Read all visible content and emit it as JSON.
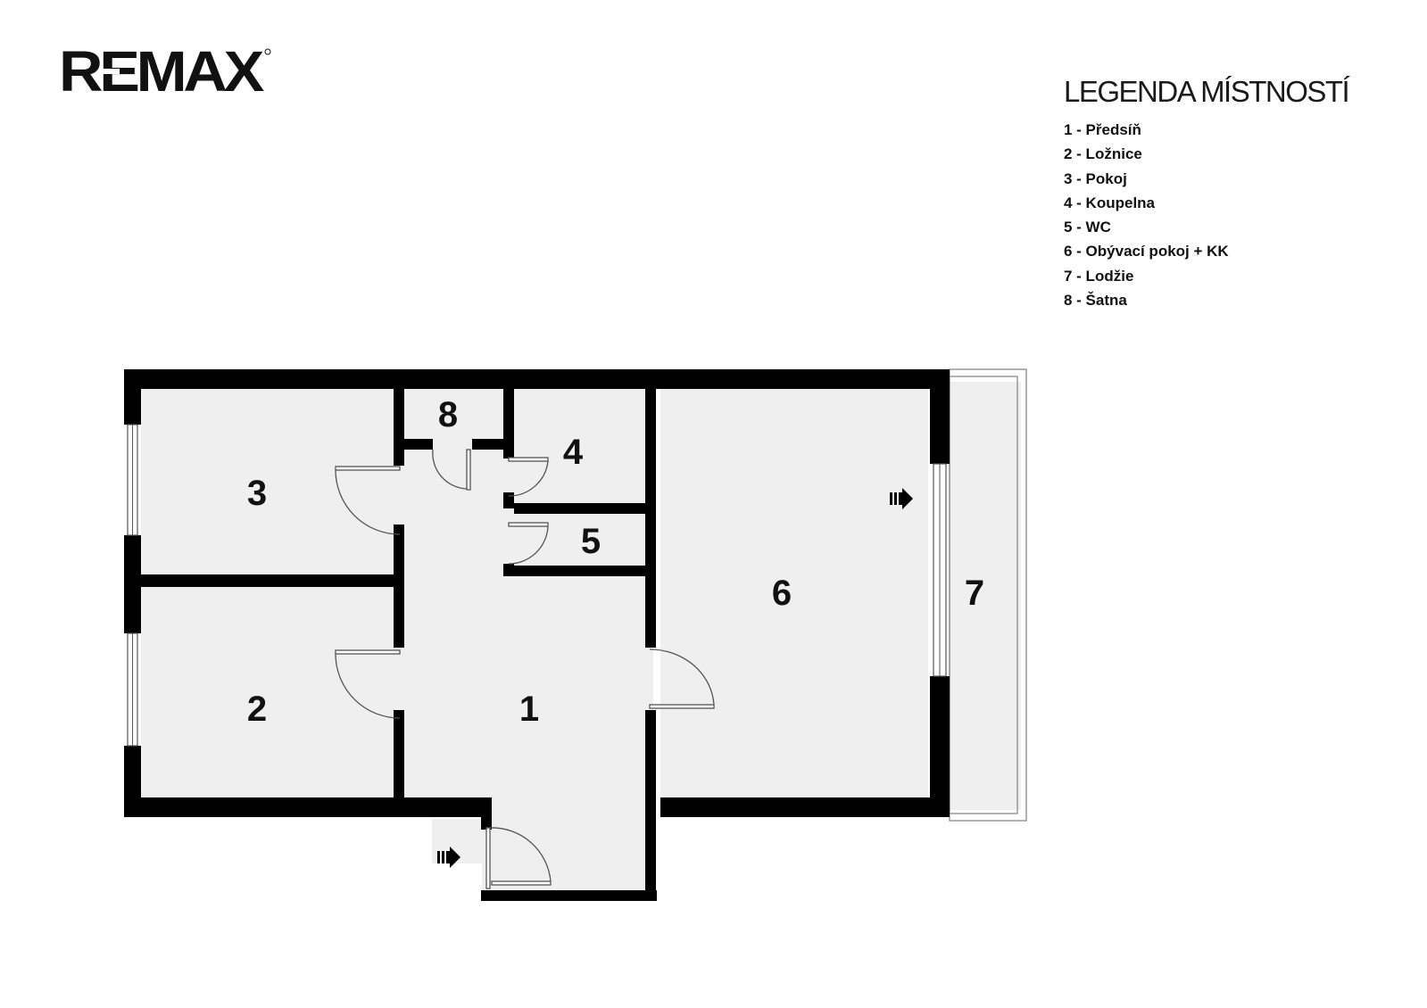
{
  "brand": {
    "logo_text": "RE/MAX"
  },
  "legend": {
    "title": "LEGENDA MÍSTNOSTÍ",
    "items": [
      "1 - Předsíň",
      "2 - Ložnice",
      "3 - Pokoj",
      "4 - Koupelna",
      "5 - WC",
      "6 - Obývací pokoj + KK",
      "7 - Lodžie",
      "8 - Šatna"
    ]
  },
  "rooms": [
    {
      "number": "1",
      "name": "Předsíň"
    },
    {
      "number": "2",
      "name": "Ložnice"
    },
    {
      "number": "3",
      "name": "Pokoj"
    },
    {
      "number": "4",
      "name": "Koupelna"
    },
    {
      "number": "5",
      "name": "WC"
    },
    {
      "number": "6",
      "name": "Obývací pokoj + KK"
    },
    {
      "number": "7",
      "name": "Lodžie"
    },
    {
      "number": "8",
      "name": "Šatna"
    }
  ],
  "colors": {
    "wall": "#000000",
    "floor": "#efefef",
    "background": "#ffffff"
  },
  "icons": [
    "entrance-arrow-icon",
    "balcony-access-arrow-icon"
  ]
}
